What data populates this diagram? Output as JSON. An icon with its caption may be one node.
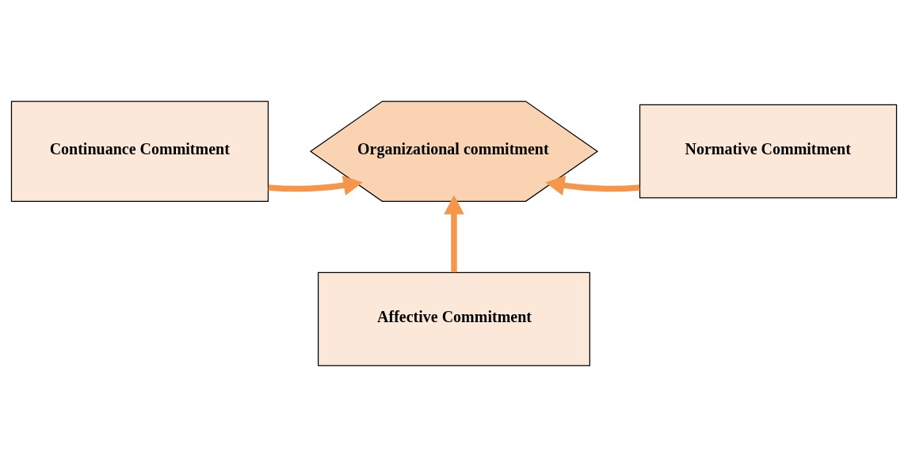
{
  "diagram": {
    "nodes": [
      {
        "text": [
          "Continuance Commitment"
        ]
      },
      {
        "text": [
          "Organizational commitment"
        ]
      },
      {
        "text": [
          "Normative Commitment"
        ]
      },
      {
        "text": [
          "Affective Commitment"
        ]
      }
    ],
    "edges": [
      {
        "from": 0,
        "to": 1,
        "arrow": "to"
      },
      {
        "from": 2,
        "to": 1,
        "arrow": "to"
      },
      {
        "from": 3,
        "to": 1,
        "arrow": "to"
      }
    ]
  }
}
